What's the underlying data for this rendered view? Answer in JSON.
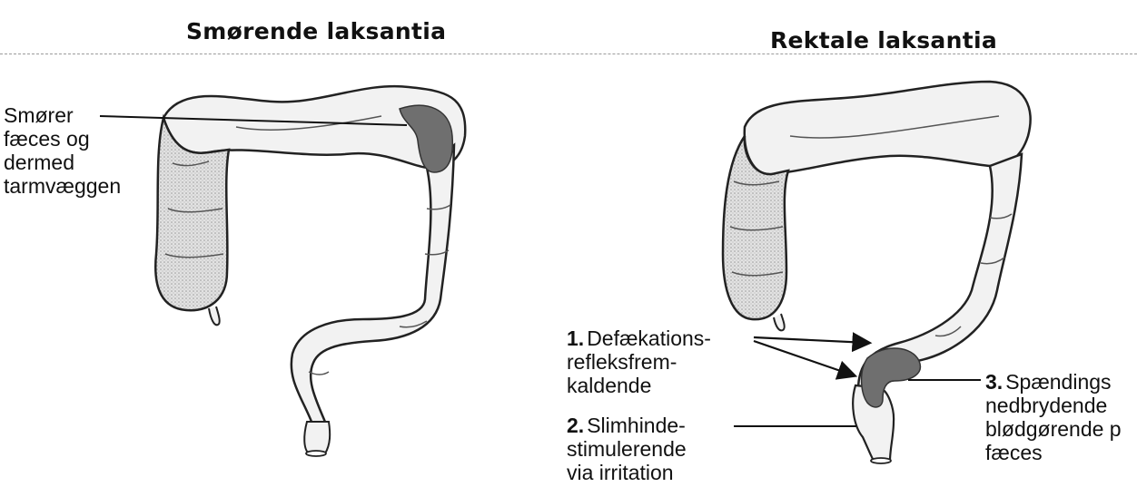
{
  "panels": {
    "left": {
      "title": "Smørende laksantia",
      "label_lines": [
        "Smører",
        "fæces og",
        "dermed",
        "tarmvæggen"
      ]
    },
    "right": {
      "title": "Rektale laksantia",
      "items": [
        {
          "num": "1.",
          "lines": [
            "Defækations-",
            "refleksfrem-",
            "kaldende"
          ]
        },
        {
          "num": "2.",
          "lines": [
            "Slimhinde-",
            "stimulerende",
            "via irritation"
          ]
        },
        {
          "num": "3.",
          "lines": [
            "Spændings",
            "nedbrydende",
            "blødgørende p",
            "fæces"
          ]
        }
      ]
    }
  },
  "colors": {
    "outline": "#222222",
    "texture": "#d6d6d6",
    "highlight": "#6f6f6f",
    "line": "#111111"
  }
}
